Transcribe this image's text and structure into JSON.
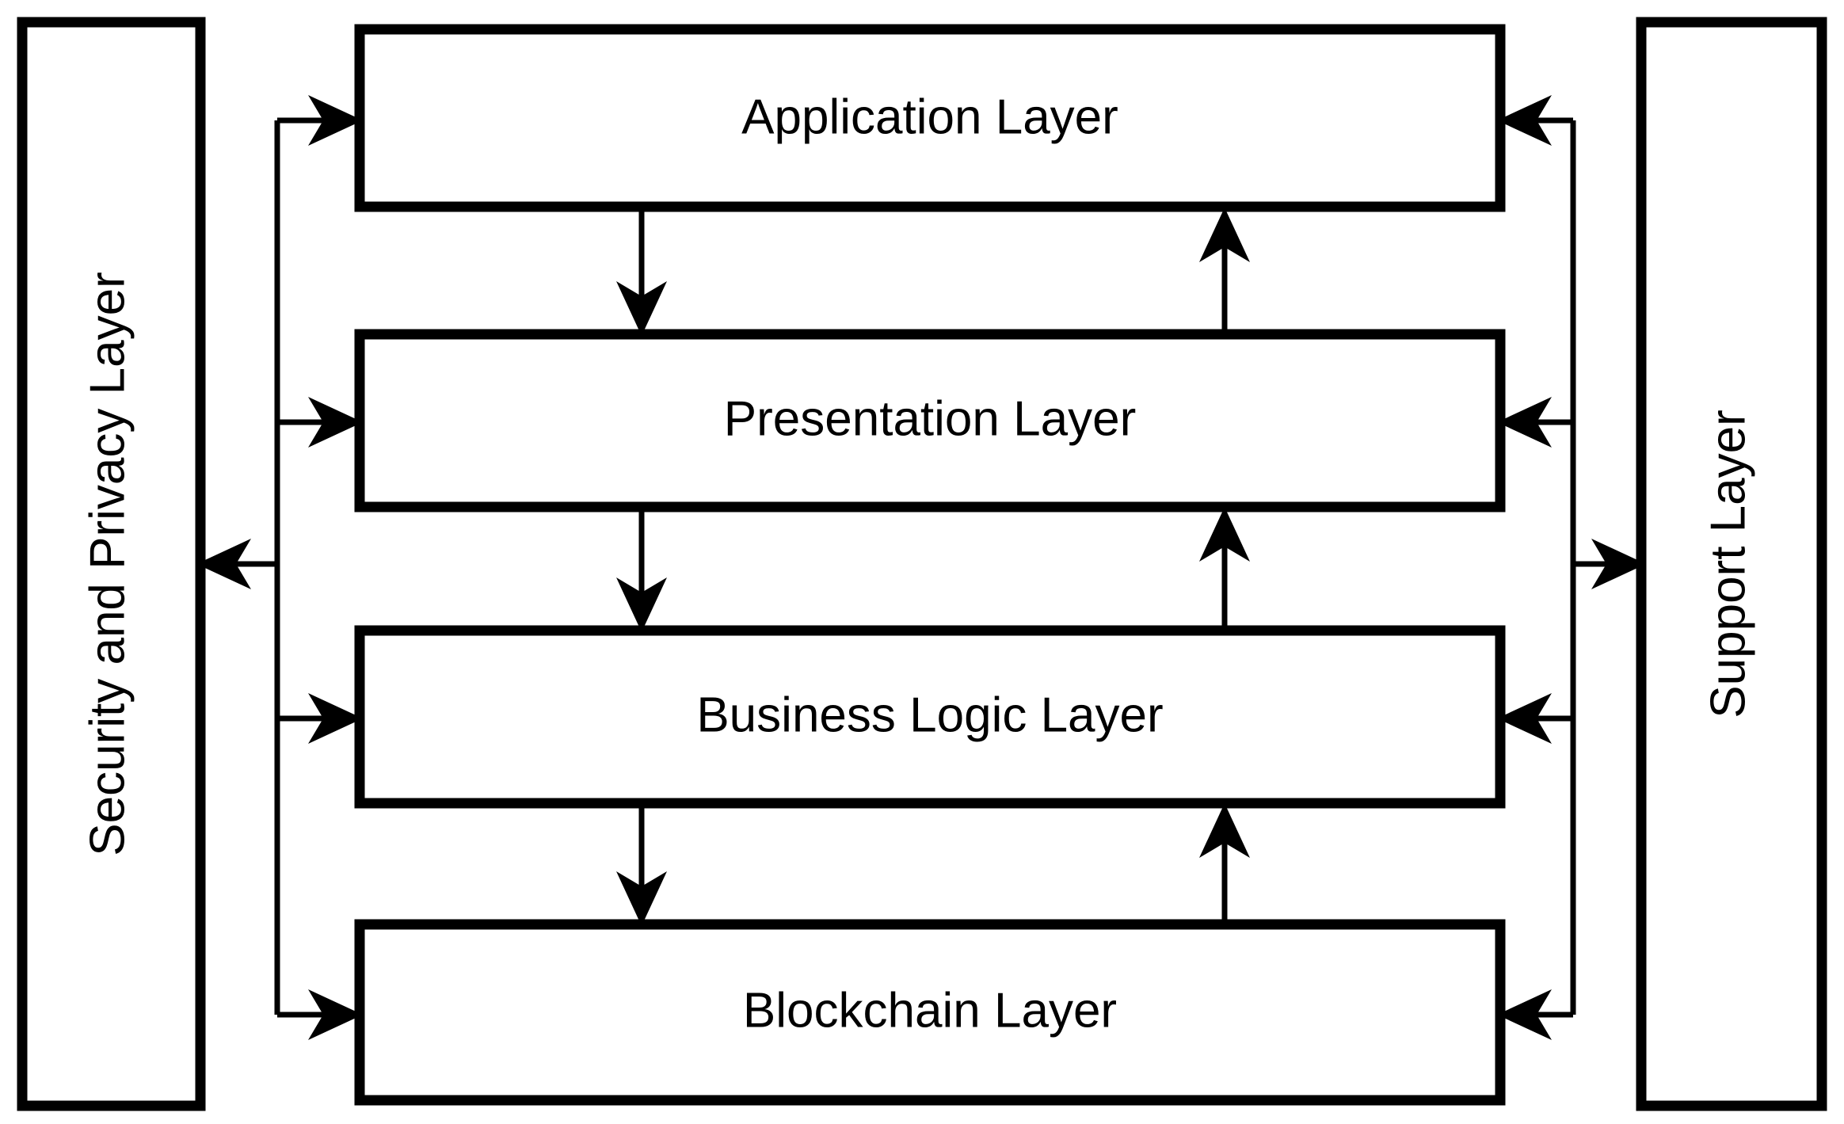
{
  "diagram": {
    "title": "Layered Architecture Diagram",
    "background_color": "#ffffff",
    "stroke_color": "#000000",
    "layers": [
      {
        "id": "application",
        "label": "Application Layer"
      },
      {
        "id": "presentation",
        "label": "Presentation Layer"
      },
      {
        "id": "business-logic",
        "label": "Business Logic Layer"
      },
      {
        "id": "blockchain",
        "label": "Blockchain Layer"
      }
    ],
    "side_panels": {
      "left": {
        "id": "security-and-privacy",
        "label": "Security and Privacy Layer",
        "orientation": "vertical-bottom-to-top"
      },
      "right": {
        "id": "support",
        "label": "Support Layer",
        "orientation": "vertical-bottom-to-top"
      }
    },
    "connectors": {
      "downward_label": "downward-flow-arrow",
      "upward_label": "upward-flow-arrow",
      "left_bus_label": "security-bus",
      "right_bus_label": "support-bus"
    }
  }
}
